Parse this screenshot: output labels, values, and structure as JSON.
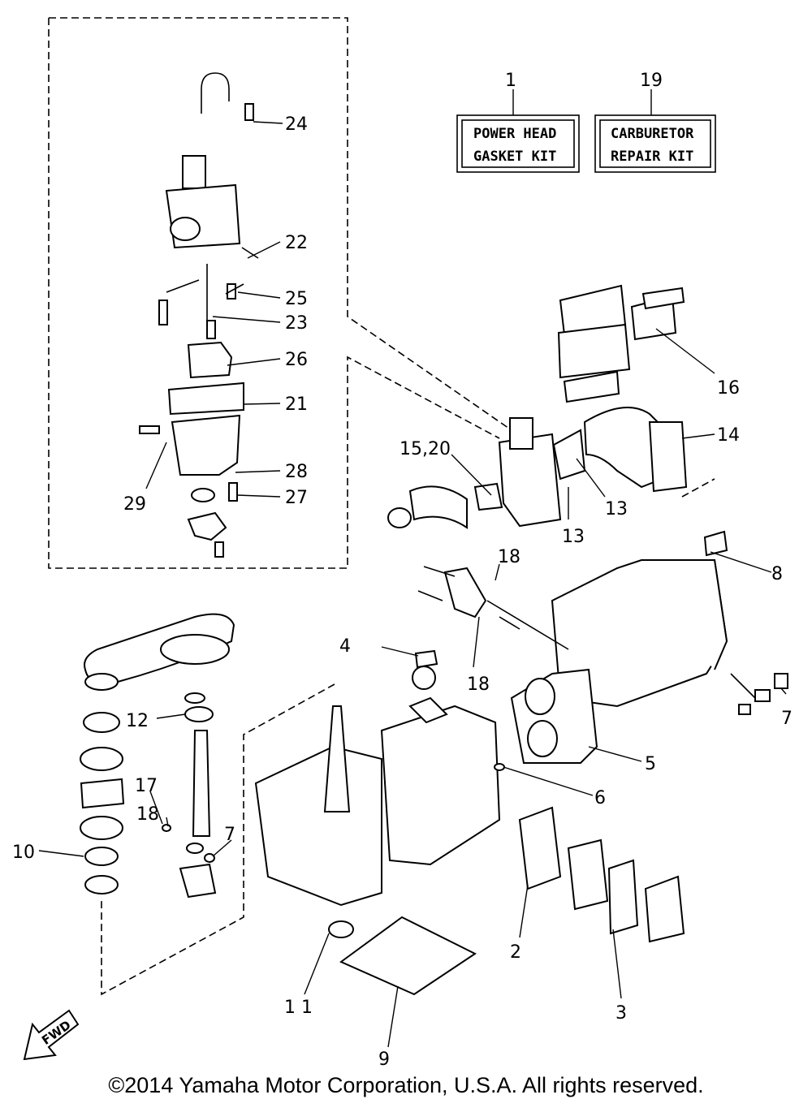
{
  "kits": {
    "power_head": {
      "number": "1",
      "line1": "POWER HEAD",
      "line2": "GASKET KIT"
    },
    "carburetor": {
      "number": "19",
      "line1": "CARBURETOR",
      "line2": "REPAIR KIT"
    }
  },
  "part_labels": {
    "p2": "2",
    "p3": "3",
    "p4": "4",
    "p5": "5",
    "p6": "6",
    "p7a": "7",
    "p7b": "7",
    "p8": "8",
    "p9": "9",
    "p10": "10",
    "p11": "1 1",
    "p12": "12",
    "p13a": "13",
    "p13b": "13",
    "p14": "14",
    "p15_20": "15,20",
    "p16": "16",
    "p17": "17",
    "p18a": "18",
    "p18b": "18",
    "p18c": "18",
    "p21": "21",
    "p22": "22",
    "p23": "23",
    "p24": "24",
    "p25": "25",
    "p26": "26",
    "p27": "27",
    "p28": "28",
    "p29": "29"
  },
  "fwd_label": "FWD",
  "copyright": "©2014 Yamaha Motor Corporation, U.S.A. All rights reserved."
}
